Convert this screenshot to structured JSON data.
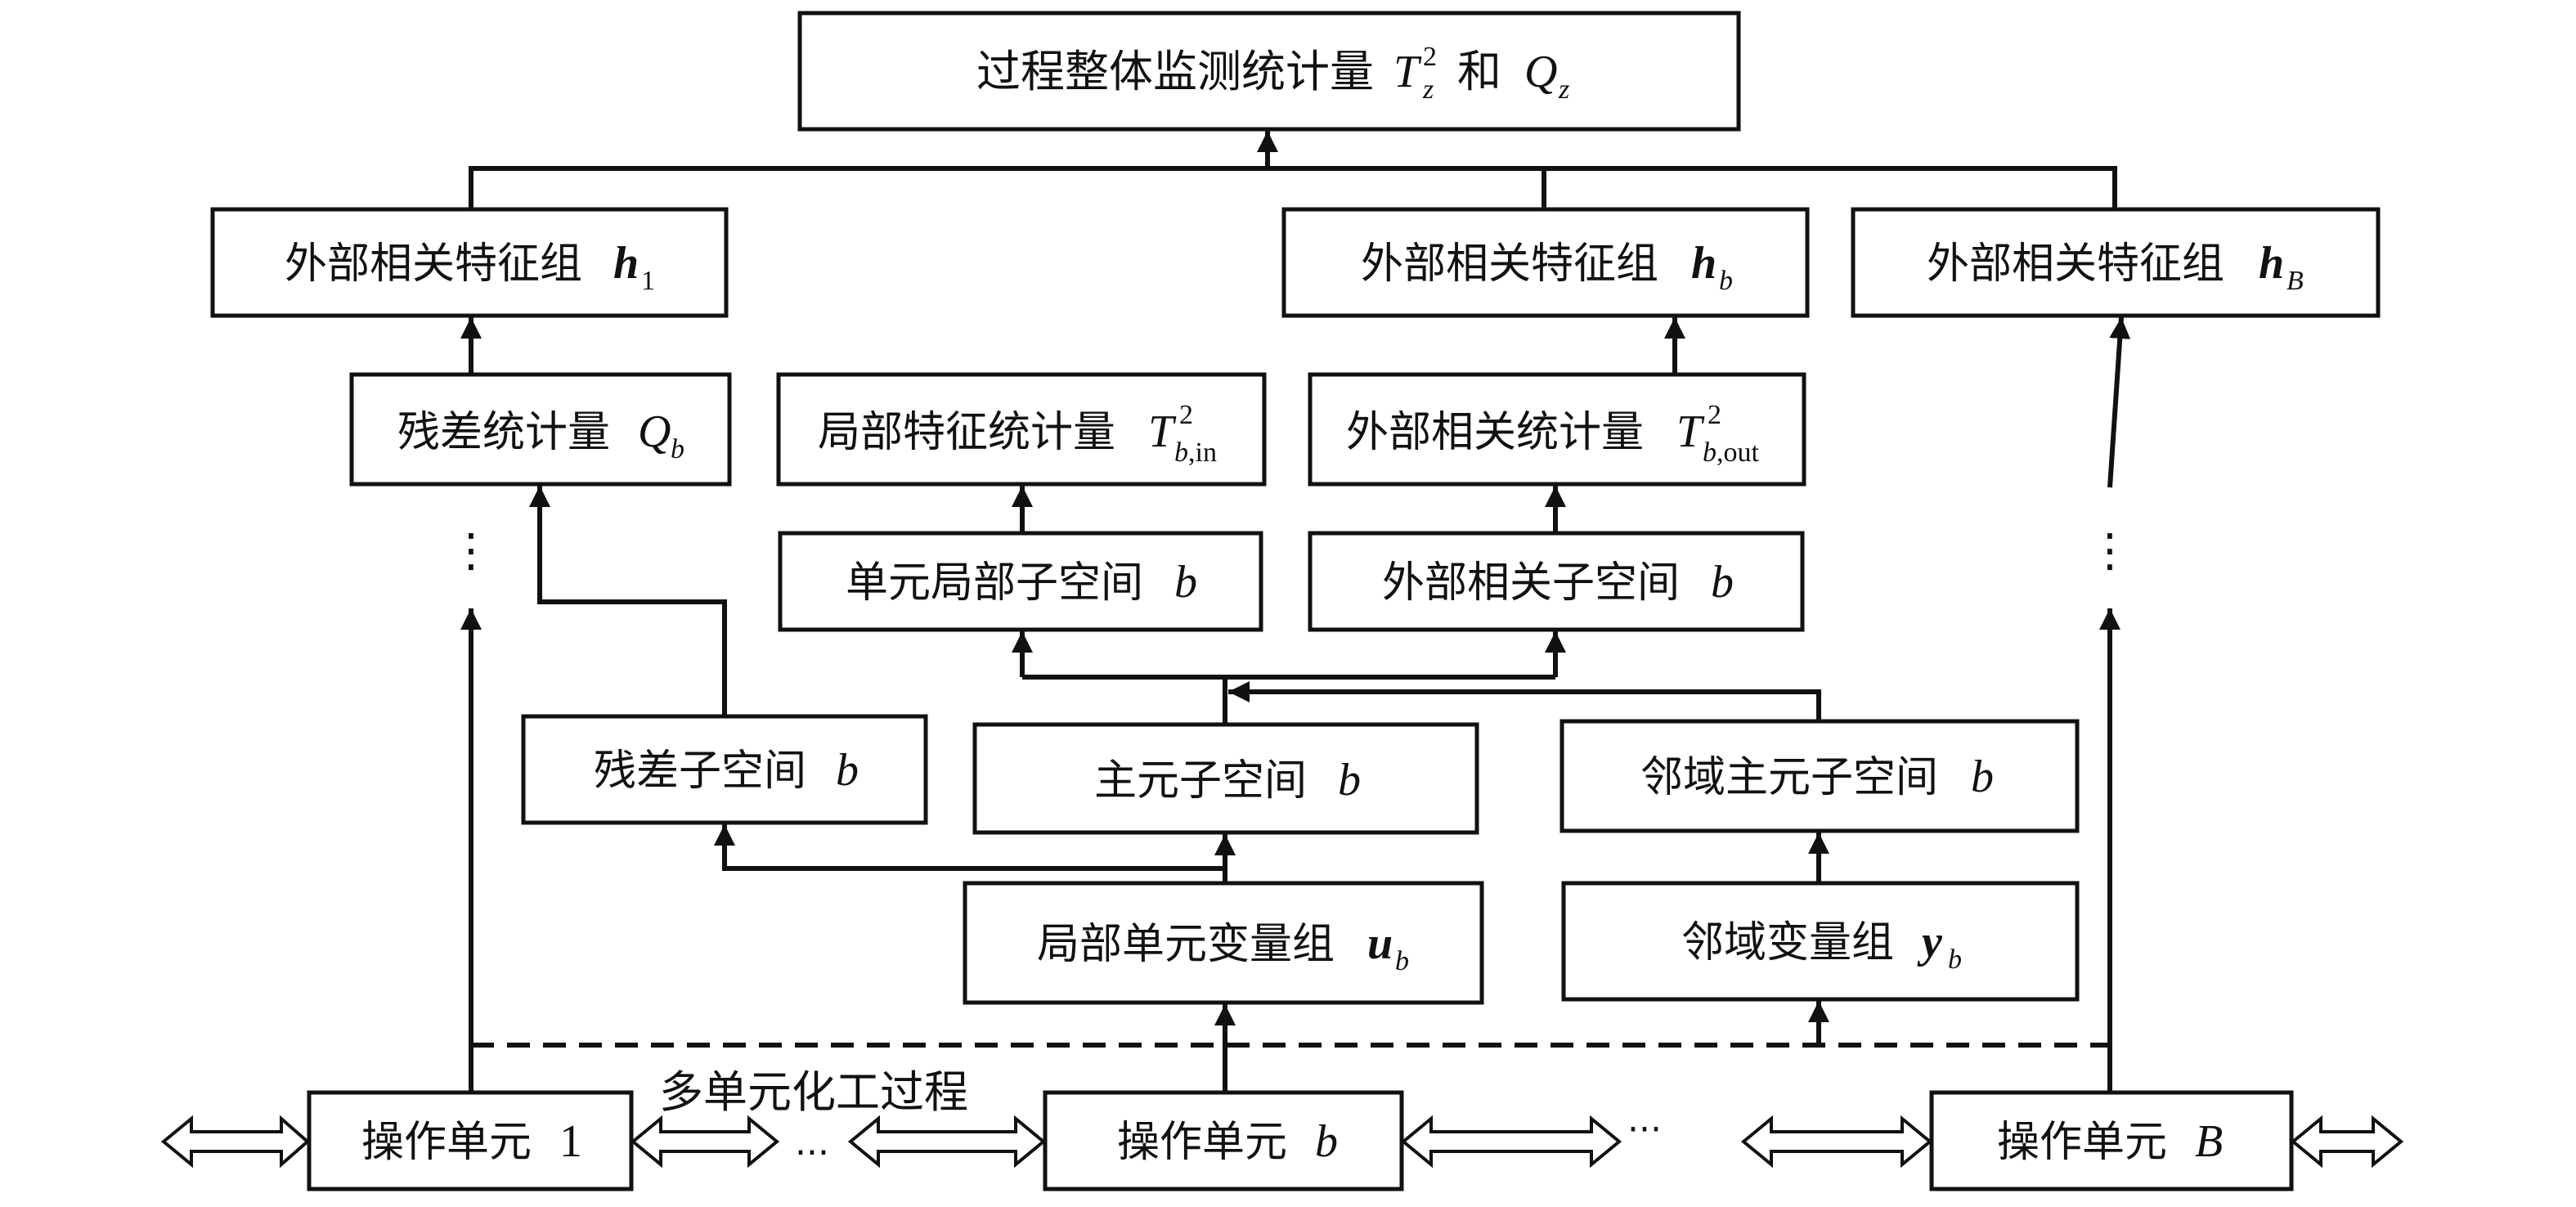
{
  "diagram": {
    "overall_stat": {
      "label": "过程整体监测统计量",
      "sym1": "T",
      "sup1": "2",
      "sub1": "z",
      "conj": "和",
      "sym2": "Q",
      "sub2": "z"
    },
    "feature_group_1": {
      "label": "外部相关特征组",
      "sym": "h",
      "sub": "1"
    },
    "feature_group_b": {
      "label": "外部相关特征组",
      "sym": "h",
      "sub": "b"
    },
    "feature_group_B": {
      "label": "外部相关特征组",
      "sym": "h",
      "sub": "B"
    },
    "residual_stat": {
      "label": "残差统计量",
      "sym": "Q",
      "sub": "b"
    },
    "local_feature_stat": {
      "label": "局部特征统计量",
      "sym": "T",
      "sup": "2",
      "sub_var": "b",
      "sub_text": ",in"
    },
    "external_stat": {
      "label": "外部相关统计量",
      "sym": "T",
      "sup": "2",
      "sub_var": "b",
      "sub_text": ",out"
    },
    "unit_local_subspace": {
      "label": "单元局部子空间",
      "sym": "b"
    },
    "external_subspace": {
      "label": "外部相关子空间",
      "sym": "b"
    },
    "residual_subspace": {
      "label": "残差子空间",
      "sym": "b"
    },
    "principal_subspace": {
      "label": "主元子空间",
      "sym": "b"
    },
    "neighbor_principal_subspace": {
      "label": "邻域主元子空间",
      "sym": "b"
    },
    "local_var_group": {
      "label": "局部单元变量组",
      "sym": "u",
      "sub": "b"
    },
    "neighbor_var_group": {
      "label": "邻域变量组",
      "sym": "y",
      "sub": "b"
    },
    "unit_1": {
      "label": "操作单元",
      "sym": "1"
    },
    "unit_b": {
      "label": "操作单元",
      "sym": "b"
    },
    "unit_B": {
      "label": "操作单元",
      "sym": "B"
    },
    "process_label": "多单元化工过程",
    "ellipsis_left": "...",
    "ellipsis_right": "···",
    "vdots": "⋮"
  },
  "colors": {
    "ink": "#111111",
    "background": "#ffffff"
  }
}
